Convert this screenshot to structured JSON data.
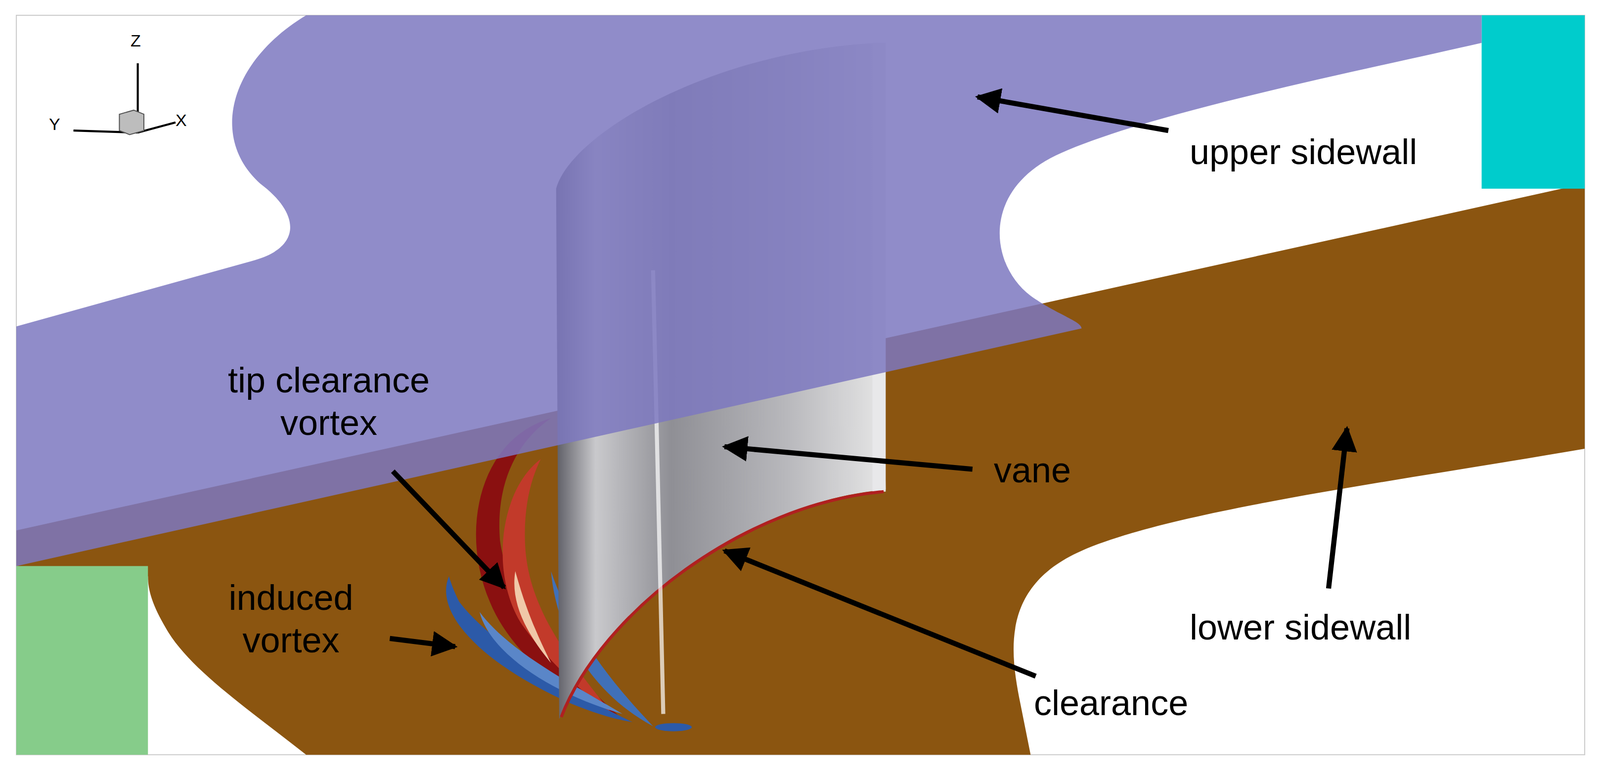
{
  "diagram": {
    "labels": [
      "Z",
      "Y",
      "X",
      "upper sidewall",
      "tip clearance vortex",
      "vane",
      "induced vortex",
      "lower sidewall",
      "clearance"
    ]
  }
}
